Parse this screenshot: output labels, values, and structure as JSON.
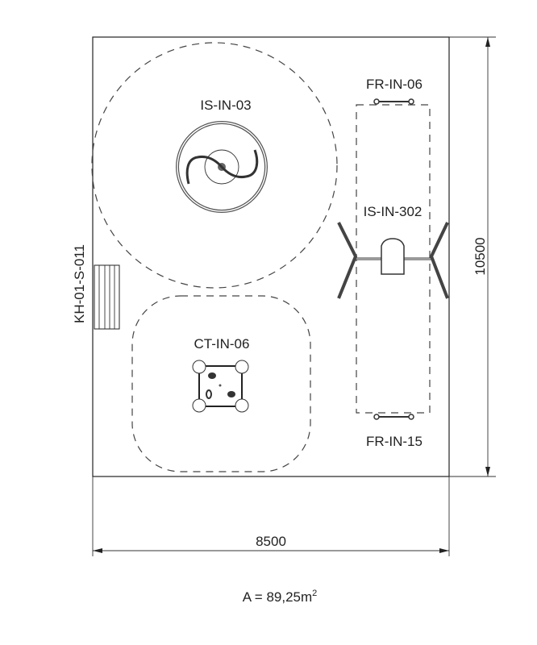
{
  "plan": {
    "equipment": {
      "carousel": "IS-IN-03",
      "spring_top": "FR-IN-06",
      "swing": "IS-IN-302",
      "climber": "CT-IN-06",
      "spring_bottom": "FR-IN-15",
      "bench": "KH-01-S-011"
    },
    "dimensions": {
      "width": "8500",
      "height": "10500"
    },
    "area": {
      "prefix": "A = 89,25m",
      "superscript": "2"
    }
  }
}
